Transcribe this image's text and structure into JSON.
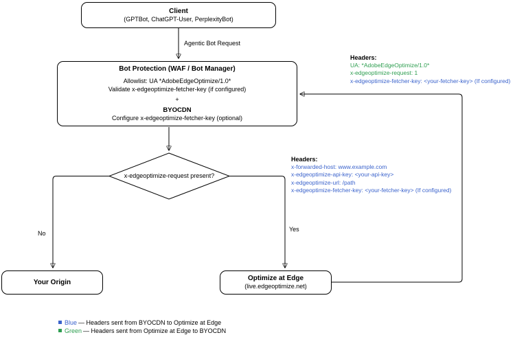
{
  "diagram": {
    "colors": {
      "blue": "#3B63CC",
      "green": "#2E9E50",
      "line": "#000000",
      "background": "#FFFFFF"
    },
    "nodes": {
      "client": {
        "title": "Client",
        "subtitle": "(GPTBot, ChatGPT-User, PerplexityBot)"
      },
      "bot_protection": {
        "title": "Bot Protection (WAF / Bot Manager)",
        "allowlist_line": "Allowlist: UA *AdobeEdgeOptimize/1.0*",
        "validate_line": "Validate x-edgeoptimize-fetcher-key (if configured)",
        "plus": "+",
        "byocdn_title": "BYOCDN",
        "byocdn_line": "Configure x-edgeoptimize-fetcher-key (optional)"
      },
      "decision": {
        "label": "x-edgeoptimize-request present?"
      },
      "your_origin": {
        "title": "Your Origin"
      },
      "optimize_at_edge": {
        "title": "Optimize at Edge",
        "subtitle": "(live.edgeoptimize.net)"
      }
    },
    "edge_labels": {
      "request": "Agentic Bot Request",
      "no": "No",
      "yes": "Yes"
    },
    "headers_to_byocdn": {
      "title": "Headers:",
      "lines": [
        {
          "text": "UA: *AdobeEdgeOptimize/1.0*",
          "color": "green"
        },
        {
          "text": "x-edgeoptimize-request: 1",
          "color": "green"
        },
        {
          "text": "x-edgeoptimize-fetcher-key: <your-fetcher-key> (If configured)",
          "color": "blue"
        }
      ]
    },
    "headers_to_optimize": {
      "title": "Headers:",
      "lines": [
        {
          "text": "x-forwarded-host: www.example.com",
          "color": "blue"
        },
        {
          "text": "x-edgeoptimize-api-key: <your-api-key>",
          "color": "blue"
        },
        {
          "text": "x-edgeoptimize-url: /path",
          "color": "blue"
        },
        {
          "text": "x-edgeoptimize-fetcher-key: <your-fetcher-key> (If configured)",
          "color": "blue"
        }
      ]
    },
    "legend": [
      {
        "name": "Blue",
        "color": "blue",
        "text": "— Headers sent from BYOCDN to Optimize at Edge"
      },
      {
        "name": "Green",
        "color": "green",
        "text": "— Headers sent from Optimize at Edge to BYOCDN"
      }
    ]
  }
}
